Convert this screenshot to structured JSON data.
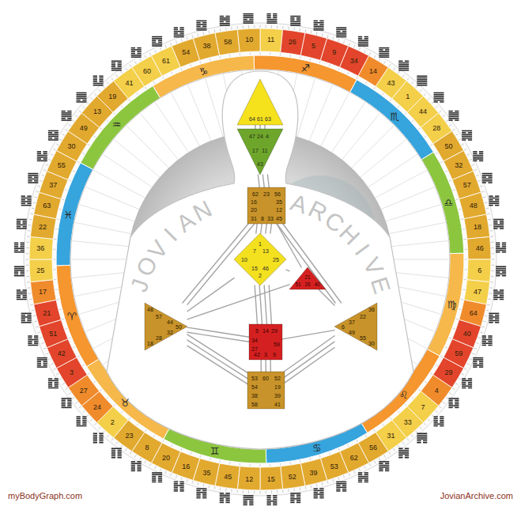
{
  "diagram": {
    "nodes": [
      {
        "text": [
          "64",
          "61",
          "63"
        ]
      },
      {
        "text": [
          "47",
          "24",
          "4",
          "17",
          "11",
          "43"
        ]
      },
      {
        "text": [
          "62",
          "23",
          "56",
          "16",
          "35",
          "20",
          "12",
          "31",
          "8",
          "33",
          "45"
        ]
      },
      {
        "text": [
          "1",
          "7",
          "13",
          "10",
          "25",
          "15",
          "46",
          "2"
        ]
      },
      {
        "text": [
          "21",
          "51",
          "26",
          "40"
        ]
      },
      {
        "text": [
          "48",
          "57",
          "44",
          "50",
          "32",
          "28",
          "18"
        ]
      },
      {
        "text": [
          "5",
          "14",
          "29",
          "34",
          "27",
          "59",
          "42",
          "3",
          "9"
        ]
      },
      {
        "text": [
          "36",
          "22",
          "37",
          "6",
          "49",
          "55",
          "30"
        ]
      },
      {
        "text": [
          "53",
          "60",
          "52",
          "54",
          "19",
          "38",
          "39",
          "58",
          "41"
        ]
      }
    ],
    "edges": [
      {
        "from": 0,
        "to": 1,
        "arrow": "none"
      },
      {
        "from": 0,
        "to": 1,
        "arrow": "none"
      },
      {
        "from": 0,
        "to": 1,
        "arrow": "none"
      },
      {
        "from": 1,
        "to": 2,
        "arrow": "none"
      },
      {
        "from": 1,
        "to": 2,
        "arrow": "none"
      },
      {
        "from": 1,
        "to": 2,
        "arrow": "none"
      },
      {
        "from": 3,
        "to": 2,
        "arrow": "none"
      },
      {
        "from": 3,
        "to": 2,
        "arrow": "none"
      },
      {
        "from": 3,
        "to": 2,
        "arrow": "none"
      },
      {
        "from": 3,
        "to": 2,
        "arrow": "none"
      },
      {
        "from": 2,
        "to": 5,
        "arrow": "none"
      },
      {
        "from": 2,
        "to": 5,
        "arrow": "none"
      },
      {
        "from": 2,
        "to": 7,
        "arrow": "none"
      },
      {
        "from": 2,
        "to": 7,
        "arrow": "none"
      },
      {
        "from": 2,
        "to": 4,
        "arrow": "none"
      },
      {
        "from": 3,
        "to": 4,
        "arrow": "none"
      },
      {
        "from": 3,
        "to": 5,
        "arrow": "none"
      },
      {
        "from": 3,
        "to": 6,
        "arrow": "none"
      },
      {
        "from": 3,
        "to": 6,
        "arrow": "none"
      },
      {
        "from": 3,
        "to": 6,
        "arrow": "none"
      },
      {
        "from": 3,
        "to": 6,
        "arrow": "none"
      },
      {
        "from": 4,
        "to": 5,
        "arrow": "none"
      },
      {
        "from": 4,
        "to": 7,
        "arrow": "none"
      },
      {
        "from": 6,
        "to": 5,
        "arrow": "none"
      },
      {
        "from": 6,
        "to": 5,
        "arrow": "none"
      },
      {
        "from": 6,
        "to": 7,
        "arrow": "none"
      },
      {
        "from": 6,
        "to": 8,
        "arrow": "none"
      },
      {
        "from": 6,
        "to": 8,
        "arrow": "none"
      },
      {
        "from": 6,
        "to": 8,
        "arrow": "none"
      },
      {
        "from": 5,
        "to": 8,
        "arrow": "none"
      },
      {
        "from": 5,
        "to": 8,
        "arrow": "none"
      },
      {
        "from": 5,
        "to": 8,
        "arrow": "none"
      },
      {
        "from": 7,
        "to": 8,
        "arrow": "none"
      },
      {
        "from": 7,
        "to": 8,
        "arrow": "none"
      },
      {
        "from": 7,
        "to": 8,
        "arrow": "none"
      }
    ],
    "labels": [
      "11",
      "26",
      "5",
      "9",
      "34",
      "14",
      "43",
      "1",
      "44",
      "28",
      "50",
      "32",
      "57",
      "48",
      "18",
      "46",
      "6",
      "47",
      "64",
      "40",
      "59",
      "29",
      "4",
      "7",
      "33",
      "31",
      "56",
      "62",
      "53",
      "39",
      "52",
      "15",
      "12",
      "45",
      "35",
      "16",
      "20",
      "8",
      "23",
      "2",
      "24",
      "27",
      "3",
      "42",
      "51",
      "21",
      "17",
      "25",
      "36",
      "22",
      "63",
      "37",
      "55",
      "30",
      "49",
      "13",
      "19",
      "41",
      "60",
      "61",
      "54",
      "38",
      "58",
      "10",
      "♑",
      "♐",
      "♏",
      "♎",
      "♍",
      "♌",
      "♋",
      "♊",
      "♉",
      "♈",
      "♓",
      "♒",
      "J",
      "O",
      "V",
      "I",
      "A",
      "N",
      "A",
      "R",
      "C",
      "H",
      "I",
      "V",
      "E",
      "myBodyGraph.com",
      "JovianArchive.com"
    ]
  }
}
